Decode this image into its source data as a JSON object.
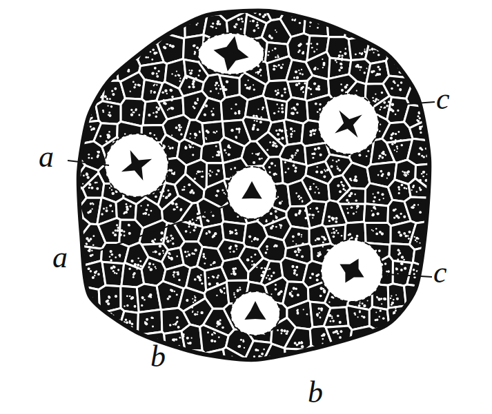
{
  "diagram": {
    "labels": [
      "c",
      "a",
      "a",
      "c",
      "b",
      "b"
    ]
  }
}
